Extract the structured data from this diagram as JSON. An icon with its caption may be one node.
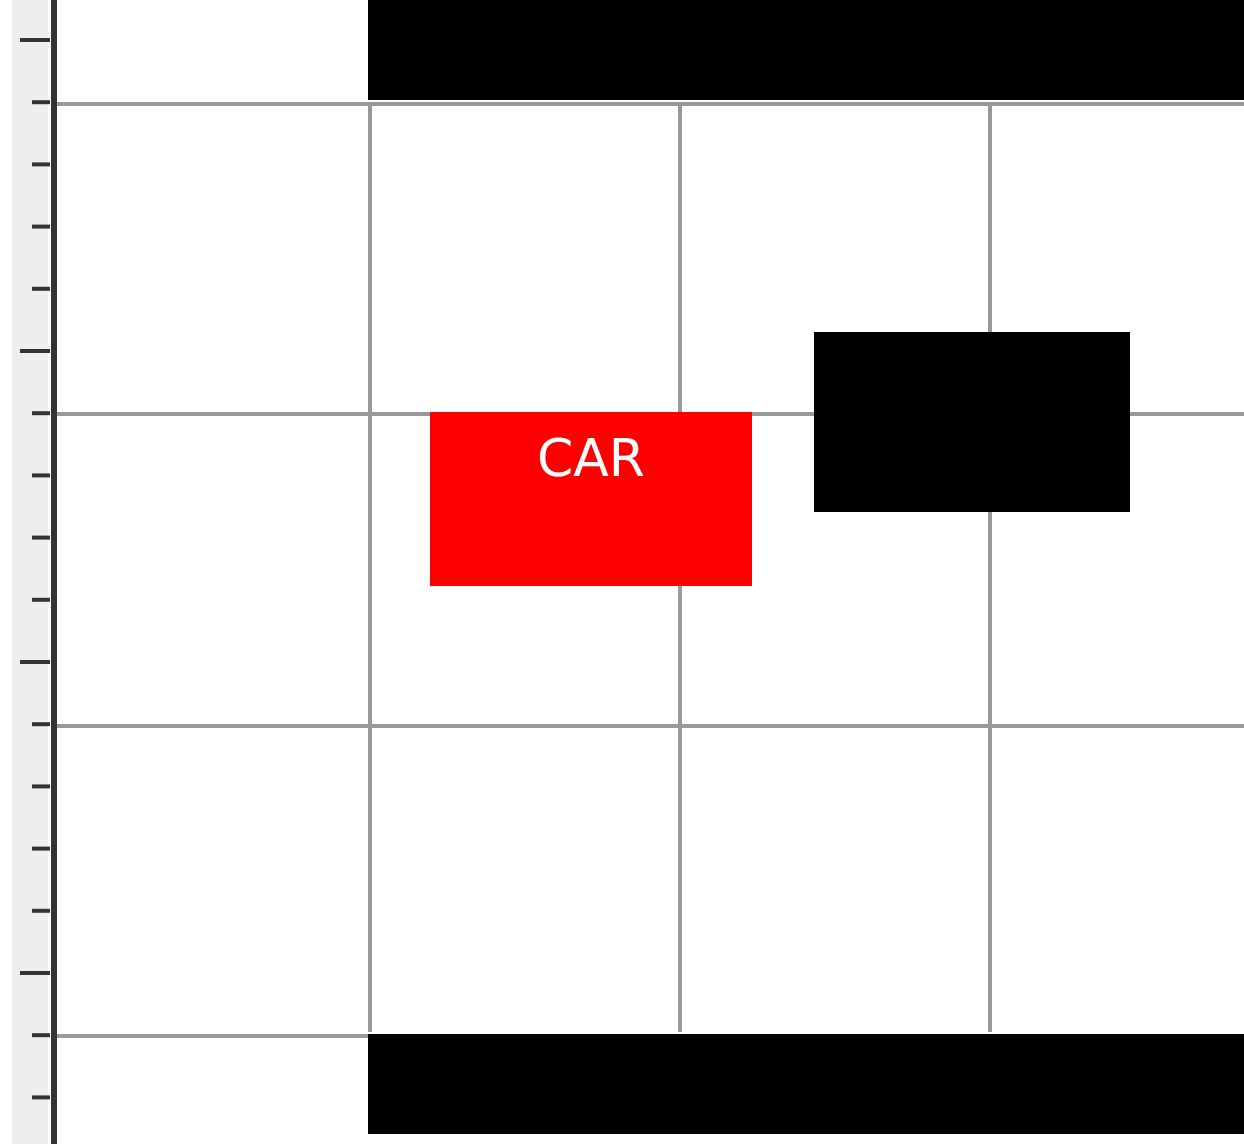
{
  "diagram": {
    "nodes": [
      {
        "text": [],
        "shape": "box"
      },
      {
        "text": [
          "CAR"
        ]
      },
      {
        "text": [],
        "shape": "box"
      },
      {
        "text": [],
        "shape": "box"
      }
    ]
  }
}
